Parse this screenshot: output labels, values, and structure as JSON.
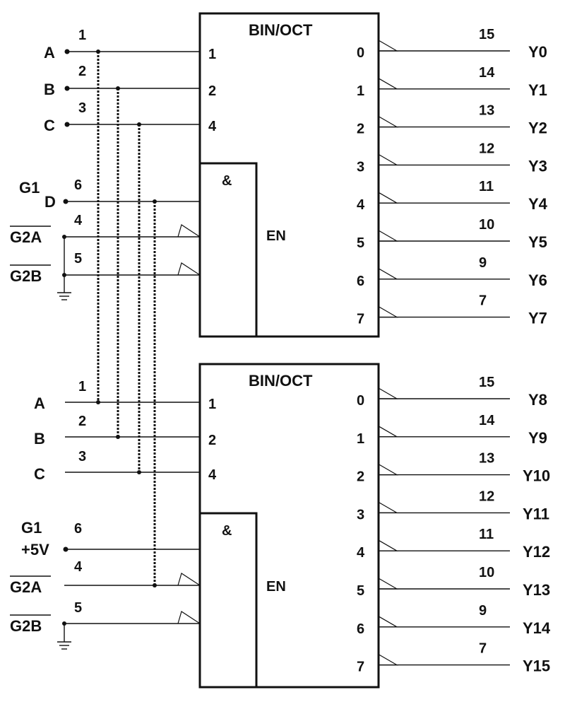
{
  "chips": [
    {
      "title": "BIN/OCT",
      "enable_symbol": "&",
      "enable_label": "EN",
      "input_weights": [
        "1",
        "2",
        "4"
      ],
      "output_indices": [
        "0",
        "1",
        "2",
        "3",
        "4",
        "5",
        "6",
        "7"
      ],
      "output_pins": [
        "15",
        "14",
        "13",
        "12",
        "11",
        "10",
        "9",
        "7"
      ],
      "output_names": [
        "Y0",
        "Y1",
        "Y2",
        "Y3",
        "Y4",
        "Y5",
        "Y6",
        "Y7"
      ],
      "inputs": [
        {
          "name": "A",
          "pin": "1"
        },
        {
          "name": "B",
          "pin": "2"
        },
        {
          "name": "C",
          "pin": "3"
        }
      ],
      "g1": {
        "label": "G1",
        "signal": "D",
        "pin": "6"
      },
      "g2a": {
        "label": "G2A",
        "pin": "4"
      },
      "g2b": {
        "label": "G2B",
        "pin": "5"
      }
    },
    {
      "title": "BIN/OCT",
      "enable_symbol": "&",
      "enable_label": "EN",
      "input_weights": [
        "1",
        "2",
        "4"
      ],
      "output_indices": [
        "0",
        "1",
        "2",
        "3",
        "4",
        "5",
        "6",
        "7"
      ],
      "output_pins": [
        "15",
        "14",
        "13",
        "12",
        "11",
        "10",
        "9",
        "7"
      ],
      "output_names": [
        "Y8",
        "Y9",
        "Y10",
        "Y11",
        "Y12",
        "Y13",
        "Y14",
        "Y15"
      ],
      "inputs": [
        {
          "name": "A",
          "pin": "1"
        },
        {
          "name": "B",
          "pin": "2"
        },
        {
          "name": "C",
          "pin": "3"
        }
      ],
      "g1": {
        "label": "G1",
        "signal": "+5V",
        "pin": "6"
      },
      "g2a": {
        "label": "G2A",
        "pin": "4"
      },
      "g2b": {
        "label": "G2B",
        "pin": "5"
      }
    }
  ]
}
